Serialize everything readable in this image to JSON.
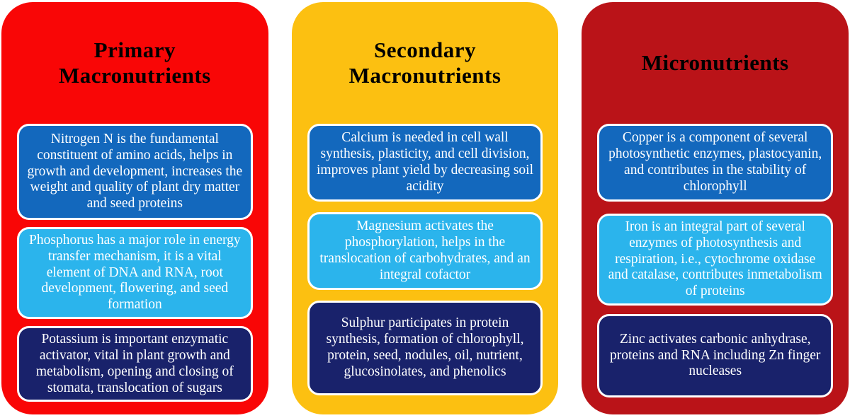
{
  "figure": {
    "text_color": "#FFFFFF",
    "box_border_color": "#FFFFFF",
    "title_color": "#000000",
    "columns": [
      {
        "title": "Primary Macronutrients",
        "color": "#F90606",
        "boxes": [
          {
            "nutrient": "nitrogen",
            "color": "#1368BD",
            "text": "Nitrogen N is the fundamental constituent of amino acids, helps in growth and development, increases the weight and quality of plant dry matter and seed proteins"
          },
          {
            "nutrient": "phosphorus",
            "color": "#2BB4EC",
            "text": "Phosphorus has a major role in energy transfer mechanism, it is a vital element of DNA and RNA, root development, flowering, and seed formation"
          },
          {
            "nutrient": "potassium",
            "color": "#19226B",
            "text": "Potassium is important enzymatic activator, vital in plant growth and metabolism, opening and closing of stomata, translocation of sugars"
          }
        ]
      },
      {
        "title": "Secondary Macronutrients",
        "color": "#FCC011",
        "boxes": [
          {
            "nutrient": "calcium",
            "color": "#1368BD",
            "text": "Calcium is needed in cell wall synthesis, plasticity, and cell division, improves plant yield by decreasing soil acidity"
          },
          {
            "nutrient": "magnesium",
            "color": "#2BB4EC",
            "text": "Magnesium activates the phosphorylation, helps in the translocation of carbohydrates, and an integral cofactor"
          },
          {
            "nutrient": "sulphur",
            "color": "#19226B",
            "text": "Sulphur participates in protein synthesis, formation of chlorophyll, protein, seed, nodules, oil, nutrient, glucosinolates, and phenolics"
          }
        ]
      },
      {
        "title": "Micronutrients",
        "color": "#BA1318",
        "boxes": [
          {
            "nutrient": "copper",
            "color": "#1368BD",
            "text": "Copper is a component of several photosynthetic enzymes, plastocyanin, and contributes in the stability of chlorophyll"
          },
          {
            "nutrient": "iron",
            "color": "#2BB4EC",
            "text": "Iron is an integral part of several enzymes of photosynthesis and respiration, i.e., cytochrome oxidase and catalase, contributes inmetabolism of proteins"
          },
          {
            "nutrient": "zinc",
            "color": "#19226B",
            "text": "Zinc activates carbonic anhydrase, proteins and RNA including Zn finger nucleases"
          }
        ]
      }
    ]
  }
}
